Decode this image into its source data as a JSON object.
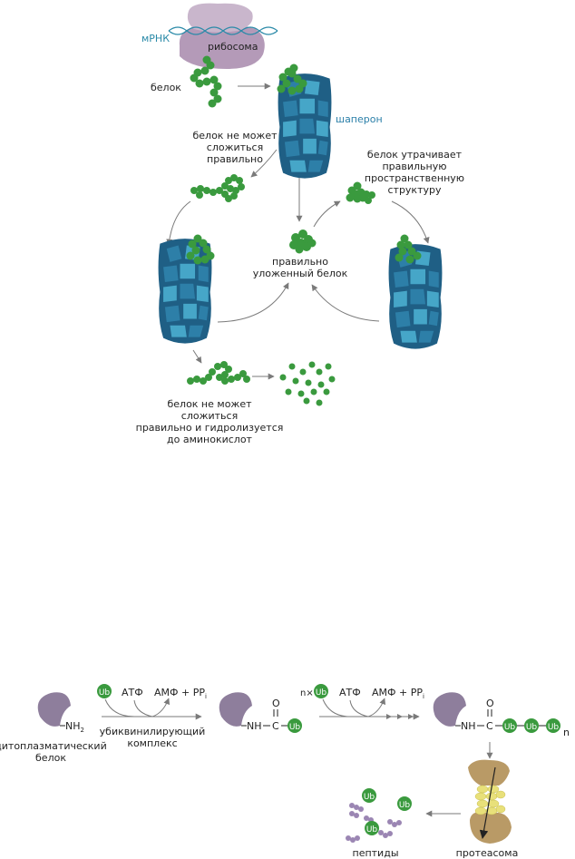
{
  "top_diagram": {
    "mrna_label": "мРНК",
    "ribosome_label": "рибосома",
    "protein_label": "белок",
    "chaperone_label": "шаперон",
    "misfold_line1": "белок не может",
    "misfold_line2": "сложиться",
    "misfold_line3": "правильно",
    "lose_line1": "белок утрачивает",
    "lose_line2": "правильную",
    "lose_line3": "пространственную",
    "lose_line4": "структуру",
    "folded_line1": "правильно",
    "folded_line2": "уложенный белок",
    "hydro_line1": "белок не может",
    "hydro_line2": "сложиться",
    "hydro_line3": "правильно и гидролизуется",
    "hydro_line4": "до аминокислот"
  },
  "bottom_diagram": {
    "ub": "Ub",
    "atp": "АТФ",
    "amp_ppi": "АМФ + PP",
    "ppi_sub": "i",
    "nh2": "NH",
    "nh2_sub": "2",
    "nh": "NH",
    "c": "C",
    "o": "O",
    "n_times": "n×",
    "n_suffix": "n",
    "protein_line1": "цитоплазматический",
    "protein_line2": "белок",
    "complex_line1": "убиквинилирующий",
    "complex_line2": "комплекс",
    "peptides": "пептиды",
    "proteasome": "протеасома"
  },
  "colors": {
    "green": "#3a9a3e",
    "green_dark": "#2e7d32",
    "chaperone_dark": "#1f5f85",
    "chaperone_mid": "#2d7fa8",
    "chaperone_light": "#46a6c8",
    "ribosome": "#b49ab8",
    "ribosome_top": "#c9b6cc",
    "mrna": "#2a8aa8",
    "arrow": "#7a7a7a",
    "purple_protein": "#8e7e9c",
    "proteasome": "#b99a66",
    "proteasome_core": "#e8e07a",
    "peptide": "#9b86b3"
  }
}
